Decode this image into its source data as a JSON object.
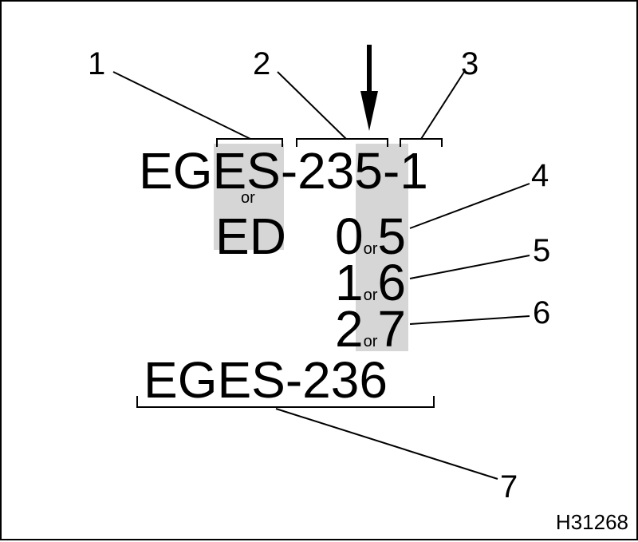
{
  "callouts": {
    "c1": "1",
    "c2": "2",
    "c3": "3",
    "c4": "4",
    "c5": "5",
    "c6": "6",
    "c7": "7"
  },
  "model_code": {
    "part1": "EG",
    "part2": "ES",
    "part3": "-23",
    "part4": "5",
    "part5": "-1",
    "alt_or": "or",
    "alt_prefix": "ED"
  },
  "variants": [
    {
      "a": "0",
      "or": "or",
      "b": "5"
    },
    {
      "a": "1",
      "or": "or",
      "b": "6"
    },
    {
      "a": "2",
      "or": "or",
      "b": "7"
    }
  ],
  "second_model": "EGES-236",
  "figure_code": "H31268",
  "colors": {
    "highlight": "#d6d6d6",
    "ink": "#000000"
  },
  "icons": {
    "pointer": "arrow-down-icon"
  }
}
